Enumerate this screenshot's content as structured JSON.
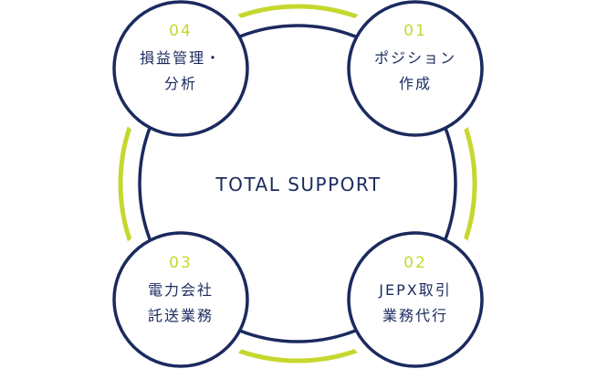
{
  "center_label": "TOTAL SUPPORT",
  "colors": {
    "navy": "#1b2a5e",
    "accent": "#c5d82e"
  },
  "steps": [
    {
      "number": "01",
      "line1": "ポジション",
      "line2": "作成"
    },
    {
      "number": "02",
      "line1": "JEPX取引",
      "line2": "業務代行"
    },
    {
      "number": "03",
      "line1": "電力会社",
      "line2": "託送業務"
    },
    {
      "number": "04",
      "line1": "損益管理・",
      "line2": "分析"
    }
  ]
}
